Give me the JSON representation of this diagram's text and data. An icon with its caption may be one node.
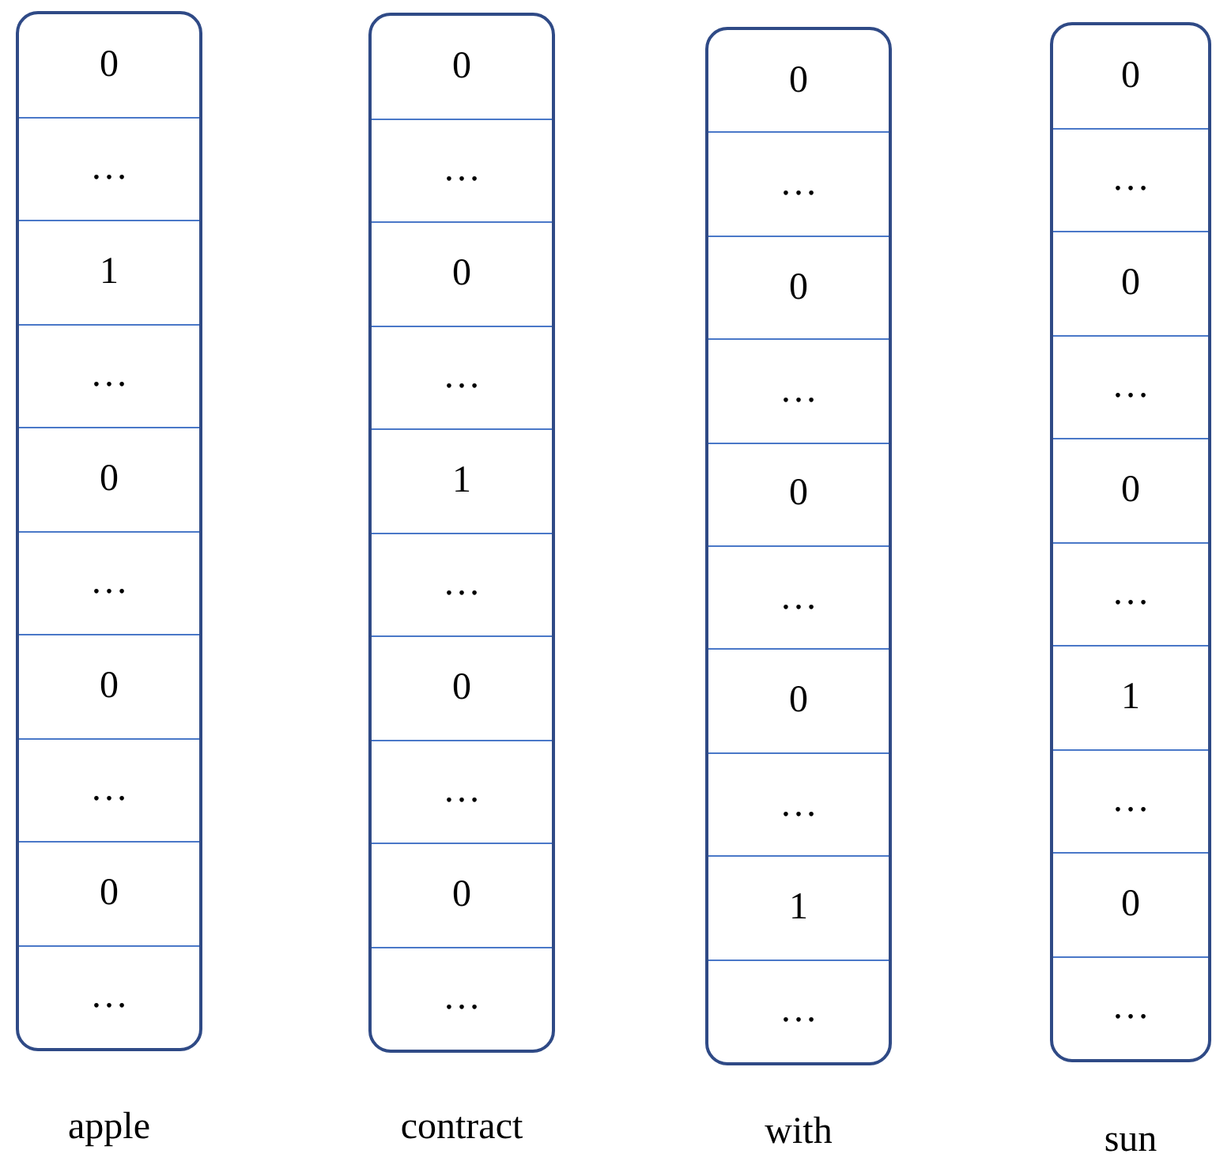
{
  "diagram": {
    "nodes": [
      {
        "text": [],
        "shape": "box",
        "beside": [
          "apple"
        ]
      },
      {
        "text": [
          "0"
        ],
        "in": 0
      },
      {
        "text": [
          "…"
        ],
        "in": 0
      },
      {
        "text": [
          "1"
        ],
        "in": 0
      },
      {
        "text": [
          "…"
        ],
        "in": 0
      },
      {
        "text": [
          "0"
        ],
        "in": 0
      },
      {
        "text": [
          "…"
        ],
        "in": 0
      },
      {
        "text": [
          "0"
        ],
        "in": 0
      },
      {
        "text": [
          "…"
        ],
        "in": 0
      },
      {
        "text": [
          "0"
        ],
        "in": 0
      },
      {
        "text": [
          "…"
        ],
        "in": 0
      },
      {
        "text": [],
        "shape": "box",
        "beside": [
          "contract"
        ]
      },
      {
        "text": [
          "0"
        ],
        "in": 11
      },
      {
        "text": [
          "…"
        ],
        "in": 11
      },
      {
        "text": [
          "0"
        ],
        "in": 11
      },
      {
        "text": [
          "…"
        ],
        "in": 11
      },
      {
        "text": [
          "1"
        ],
        "in": 11
      },
      {
        "text": [
          "…"
        ],
        "in": 11
      },
      {
        "text": [
          "0"
        ],
        "in": 11
      },
      {
        "text": [
          "…"
        ],
        "in": 11
      },
      {
        "text": [
          "0"
        ],
        "in": 11
      },
      {
        "text": [
          "…"
        ],
        "in": 11
      },
      {
        "text": [],
        "shape": "box",
        "beside": [
          "with"
        ]
      },
      {
        "text": [
          "0"
        ],
        "in": 22
      },
      {
        "text": [
          "…"
        ],
        "in": 22
      },
      {
        "text": [
          "0"
        ],
        "in": 22
      },
      {
        "text": [
          "…"
        ],
        "in": 22
      },
      {
        "text": [
          "0"
        ],
        "in": 22
      },
      {
        "text": [
          "…"
        ],
        "in": 22
      },
      {
        "text": [
          "0"
        ],
        "in": 22
      },
      {
        "text": [
          "…"
        ],
        "in": 22
      },
      {
        "text": [
          "1"
        ],
        "in": 22
      },
      {
        "text": [
          "…"
        ],
        "in": 22
      },
      {
        "text": [],
        "shape": "box",
        "beside": [
          "sun"
        ]
      },
      {
        "text": [
          "0"
        ],
        "in": 33
      },
      {
        "text": [
          "…"
        ],
        "in": 33
      },
      {
        "text": [
          "0"
        ],
        "in": 33
      },
      {
        "text": [
          "…"
        ],
        "in": 33
      },
      {
        "text": [
          "0"
        ],
        "in": 33
      },
      {
        "text": [
          "…"
        ],
        "in": 33
      },
      {
        "text": [
          "1"
        ],
        "in": 33
      },
      {
        "text": [
          "…"
        ],
        "in": 33
      },
      {
        "text": [
          "0"
        ],
        "in": 33
      },
      {
        "text": [
          "…"
        ],
        "in": 33
      }
    ]
  }
}
